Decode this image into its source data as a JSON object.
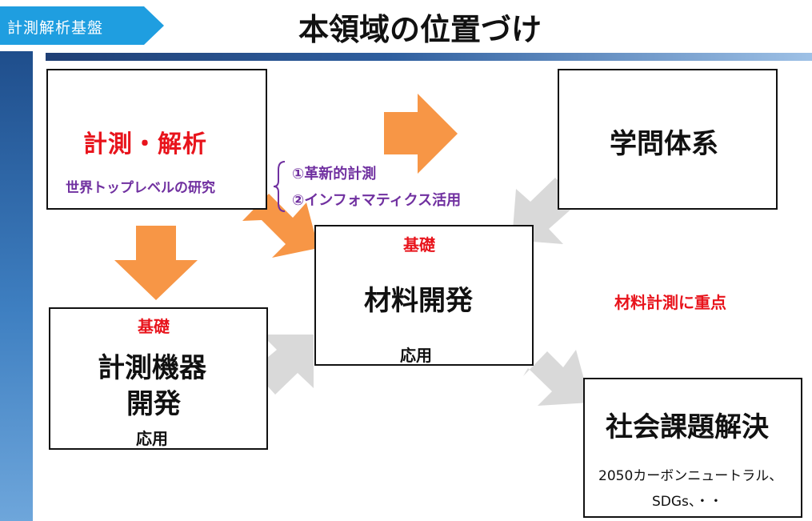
{
  "header": {
    "section_label": "計測解析基盤",
    "title": "本領域の位置づけ"
  },
  "boxes": {
    "measurement_analysis": {
      "title": "計測・解析",
      "subtitle": "世界トップレベルの研究"
    },
    "academic_system": {
      "title": "学問体系"
    },
    "materials_dev": {
      "base_label": "基礎",
      "title": "材料開発",
      "applied_label": "応用"
    },
    "instrument_dev": {
      "base_label": "基礎",
      "title_line1": "計測機器",
      "title_line2": "開発",
      "applied_label": "応用"
    },
    "social_issues": {
      "title": "社会課題解決",
      "detail_line1": "2050カーボンニュートラル、",
      "detail_line2": "SDGs、・・"
    }
  },
  "annotations": {
    "items": [
      "①革新的計測",
      "②インフォマティクス活用"
    ],
    "focus": "材料計測に重点"
  },
  "colors": {
    "red": "#e8141c",
    "purple": "#7030a0",
    "orange_arrow": "#f79646",
    "gray_arrow": "#d9d9d9",
    "accent_blue": "#1f9ee0"
  }
}
